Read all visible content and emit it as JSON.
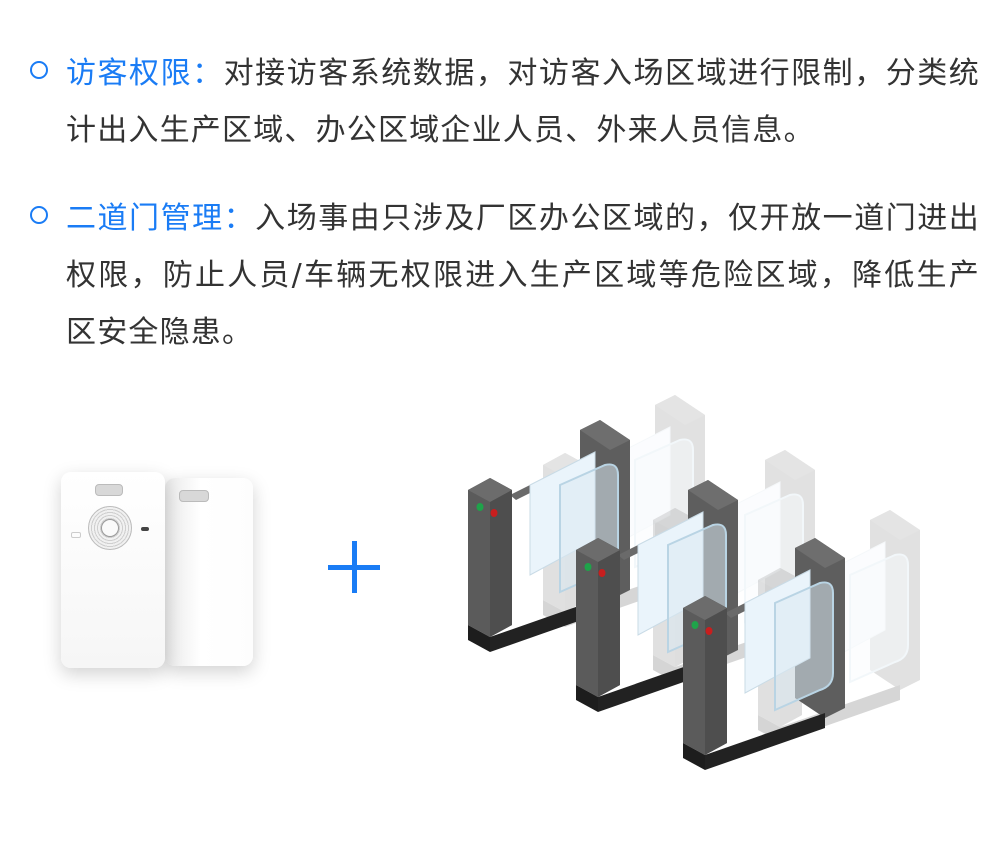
{
  "sections": [
    {
      "bullet_icon": "circle-outline",
      "heading": "访客权限：",
      "body": "对接访客系统数据，对访客入场区域进行限制，分类统计出入生产区域、办公区域企业人员、外来人员信息。"
    },
    {
      "bullet_icon": "circle-outline",
      "heading": "二道门管理：",
      "body": "入场事由只涉及厂区办公区域的，仅开放一道门进出权限，防止人员/车辆无权限进入生产区域等危险区域，降低生产区安全隐患。"
    }
  ],
  "illustration": {
    "left_image": "access-card-illustration",
    "operator": "+",
    "right_image": "turnstile-gates-illustration"
  },
  "colors": {
    "accent": "#1a7cf5",
    "text": "#333333",
    "gate_body": "#5e5e5e",
    "gate_base": "#222222",
    "led_green": "#1fa34a",
    "led_red": "#c81e1e"
  }
}
